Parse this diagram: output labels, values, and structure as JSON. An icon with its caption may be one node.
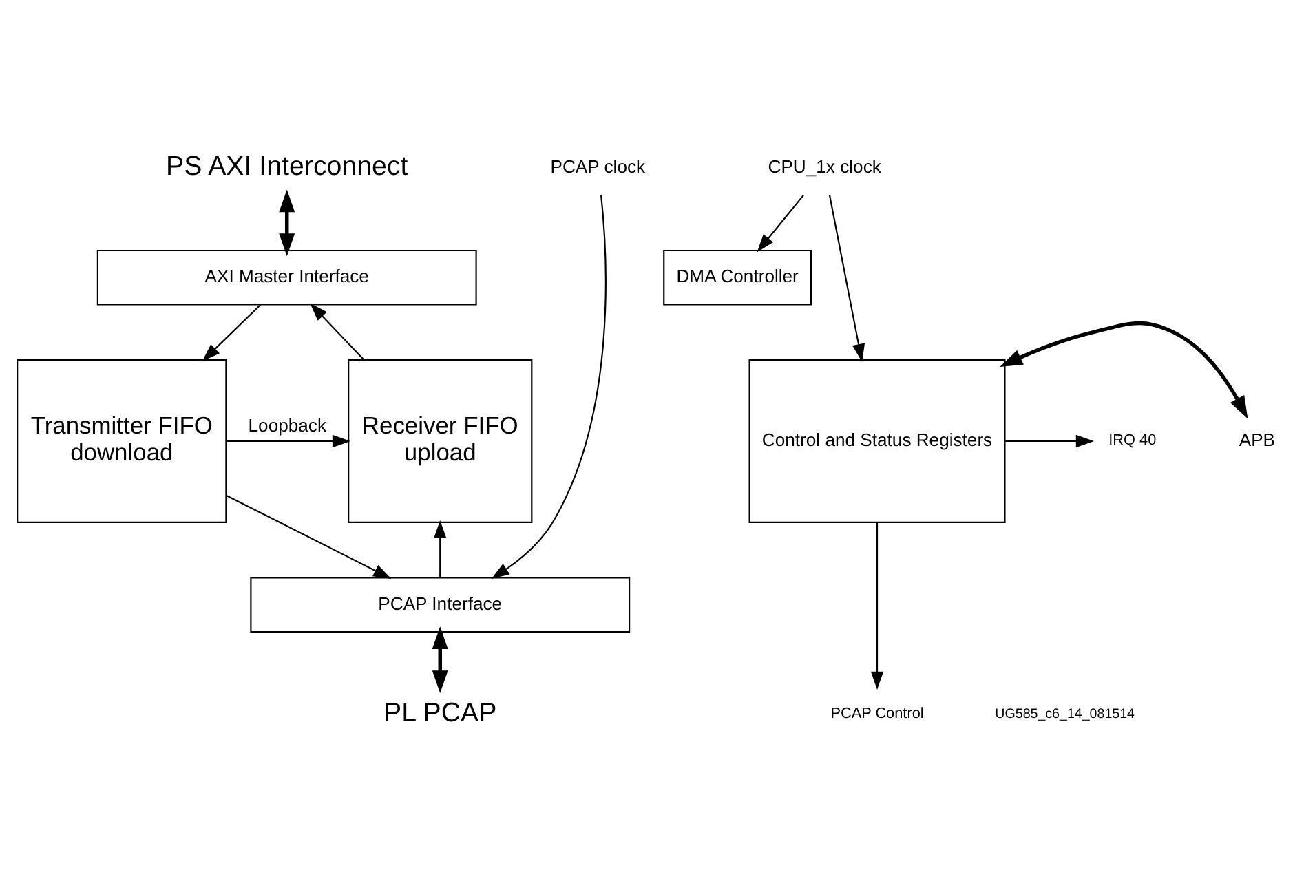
{
  "diagram": {
    "nodes": [
      {
        "text": [
          "PS AXI Interconnect"
        ]
      },
      {
        "text": [
          "PCAP clock"
        ]
      },
      {
        "text": [
          "CPU_1x clock"
        ]
      },
      {
        "text": [
          "AXI Master Interface"
        ]
      },
      {
        "text": [
          "DMA Controller"
        ]
      },
      {
        "text": [
          "Transmitter FIFO",
          "download"
        ]
      },
      {
        "text": [
          "Receiver FIFO",
          "upload"
        ]
      },
      {
        "text": [
          "Control and Status Registers"
        ]
      },
      {
        "text": [
          "PCAP Interface"
        ]
      },
      {
        "text": [
          "PL PCAP"
        ]
      },
      {
        "text": [
          "APB"
        ]
      },
      {
        "text": [
          "IRQ 40"
        ]
      },
      {
        "text": [
          "PCAP Control"
        ]
      }
    ],
    "edges": [
      {
        "from": 0,
        "to": 3,
        "arrow": "both",
        "style": "thick"
      },
      {
        "from": 1,
        "to": 8,
        "arrow": "to"
      },
      {
        "from": 2,
        "to": 4,
        "arrow": "to"
      },
      {
        "from": 2,
        "to": 7,
        "arrow": "to"
      },
      {
        "from": 3,
        "to": 5,
        "arrow": "to"
      },
      {
        "from": 6,
        "to": 3,
        "arrow": "to"
      },
      {
        "from": 5,
        "to": 8,
        "arrow": "to"
      },
      {
        "from": 5,
        "to": 6,
        "arrow": "to",
        "label": "Loopback"
      },
      {
        "from": 8,
        "to": 6,
        "arrow": "to"
      },
      {
        "from": 8,
        "to": 9,
        "arrow": "both",
        "style": "thick"
      },
      {
        "from": 7,
        "to": 10,
        "arrow": "both",
        "style": "thick"
      },
      {
        "from": 7,
        "to": 11,
        "arrow": "to"
      },
      {
        "from": 7,
        "to": 12,
        "arrow": "to"
      }
    ],
    "labels": [
      "UG585_c6_14_081514"
    ]
  }
}
